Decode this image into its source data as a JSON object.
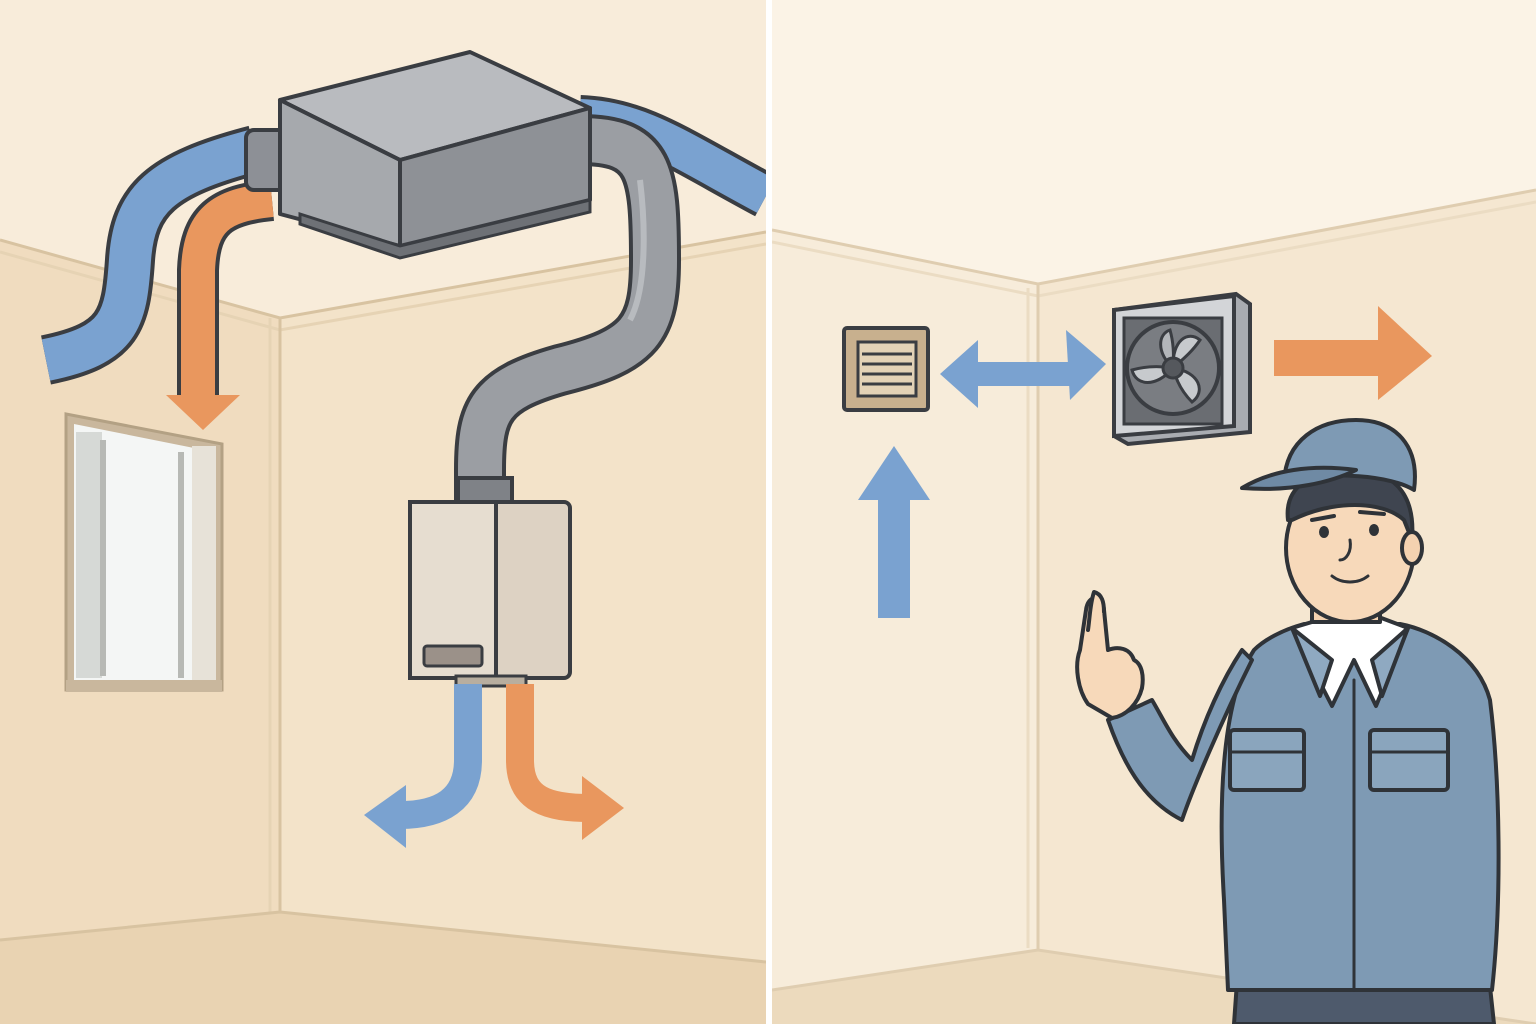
{
  "scene": {
    "left_panel": {
      "name": "ducted-heat-recovery-ventilation",
      "flows": [
        "fresh-air-supply",
        "warm-air-exhaust"
      ]
    },
    "right_panel": {
      "name": "wall-fan-ventilation",
      "flows": [
        "air-intake",
        "air-exchange",
        "exhaust-out"
      ]
    }
  },
  "colors": {
    "wall": "#f2e2c8",
    "ceiling": "#f8ecda",
    "floor": "#e8d2b0",
    "duct_gray": "#9b9ea3",
    "cool_blue": "#7aa2d0",
    "warm_orange": "#e9975e",
    "uniform": "#7e9ab4",
    "outline": "#3a3d42"
  },
  "icons": [
    "ventilation-unit-icon",
    "wall-fan-icon",
    "air-grille-icon",
    "window-icon",
    "technician-figure"
  ]
}
